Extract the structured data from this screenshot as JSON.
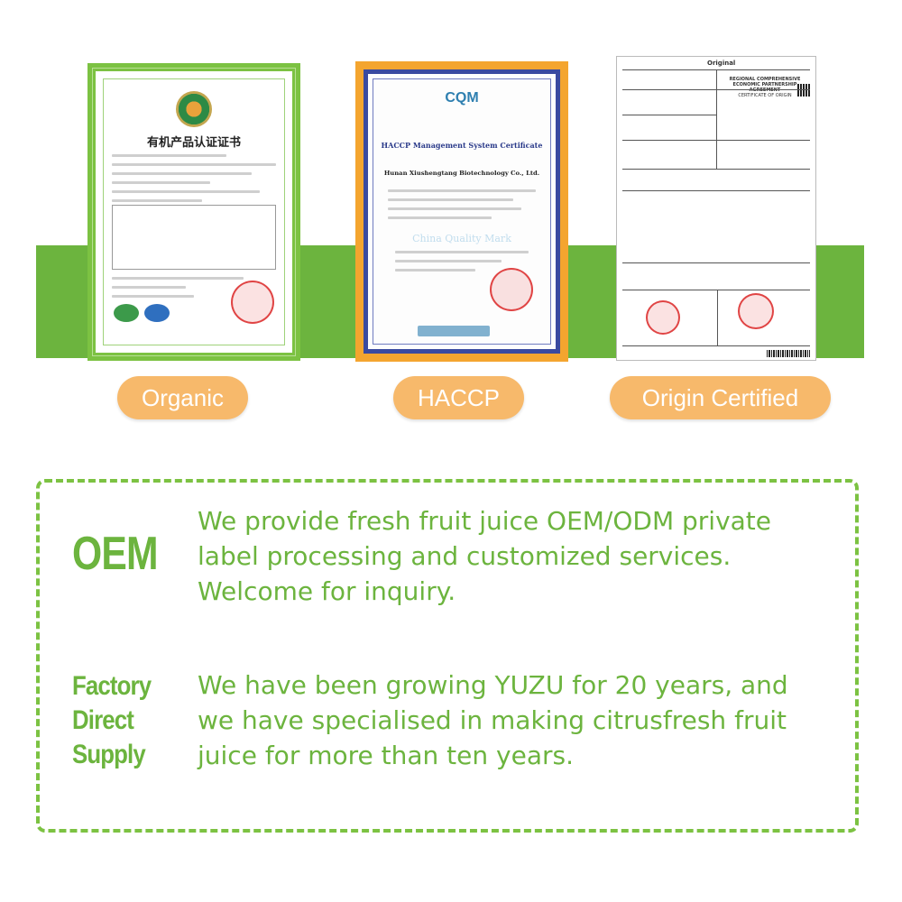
{
  "certificates": [
    {
      "id": "organic",
      "doc_title": "有机产品认证证书",
      "badge_label": "Organic"
    },
    {
      "id": "haccp",
      "doc_title": "HACCP Management System Certificate",
      "company": "Hunan Xiushengtang Biotechnology Co., Ltd.",
      "brand": "CQM",
      "watermark": "China Quality Mark",
      "badge_label": "HACCP"
    },
    {
      "id": "origin",
      "header": "Original",
      "agreement": "REGIONAL COMPREHENSIVE ECONOMIC PARTNERSHIP AGREEMENT",
      "doc_title": "CERTIFICATE OF ORIGIN",
      "badge_label": "Origin Certified"
    }
  ],
  "info_box": {
    "oem": {
      "label": "OEM",
      "lines": [
        "We provide fresh fruit juice OEM/ODM private",
        "label processing and customized services.",
        "Welcome for inquiry."
      ]
    },
    "factory": {
      "label_lines": [
        "Factory",
        "Direct",
        "Supply"
      ],
      "lines": [
        "We have been growing YUZU for 20 years, and",
        "we have specialised in making citrusfresh fruit",
        "juice for more than ten years."
      ]
    }
  },
  "colors": {
    "green": "#6cb43e",
    "orange_pill": "#f7b96b",
    "haccp_frame": "#f4a52f"
  }
}
